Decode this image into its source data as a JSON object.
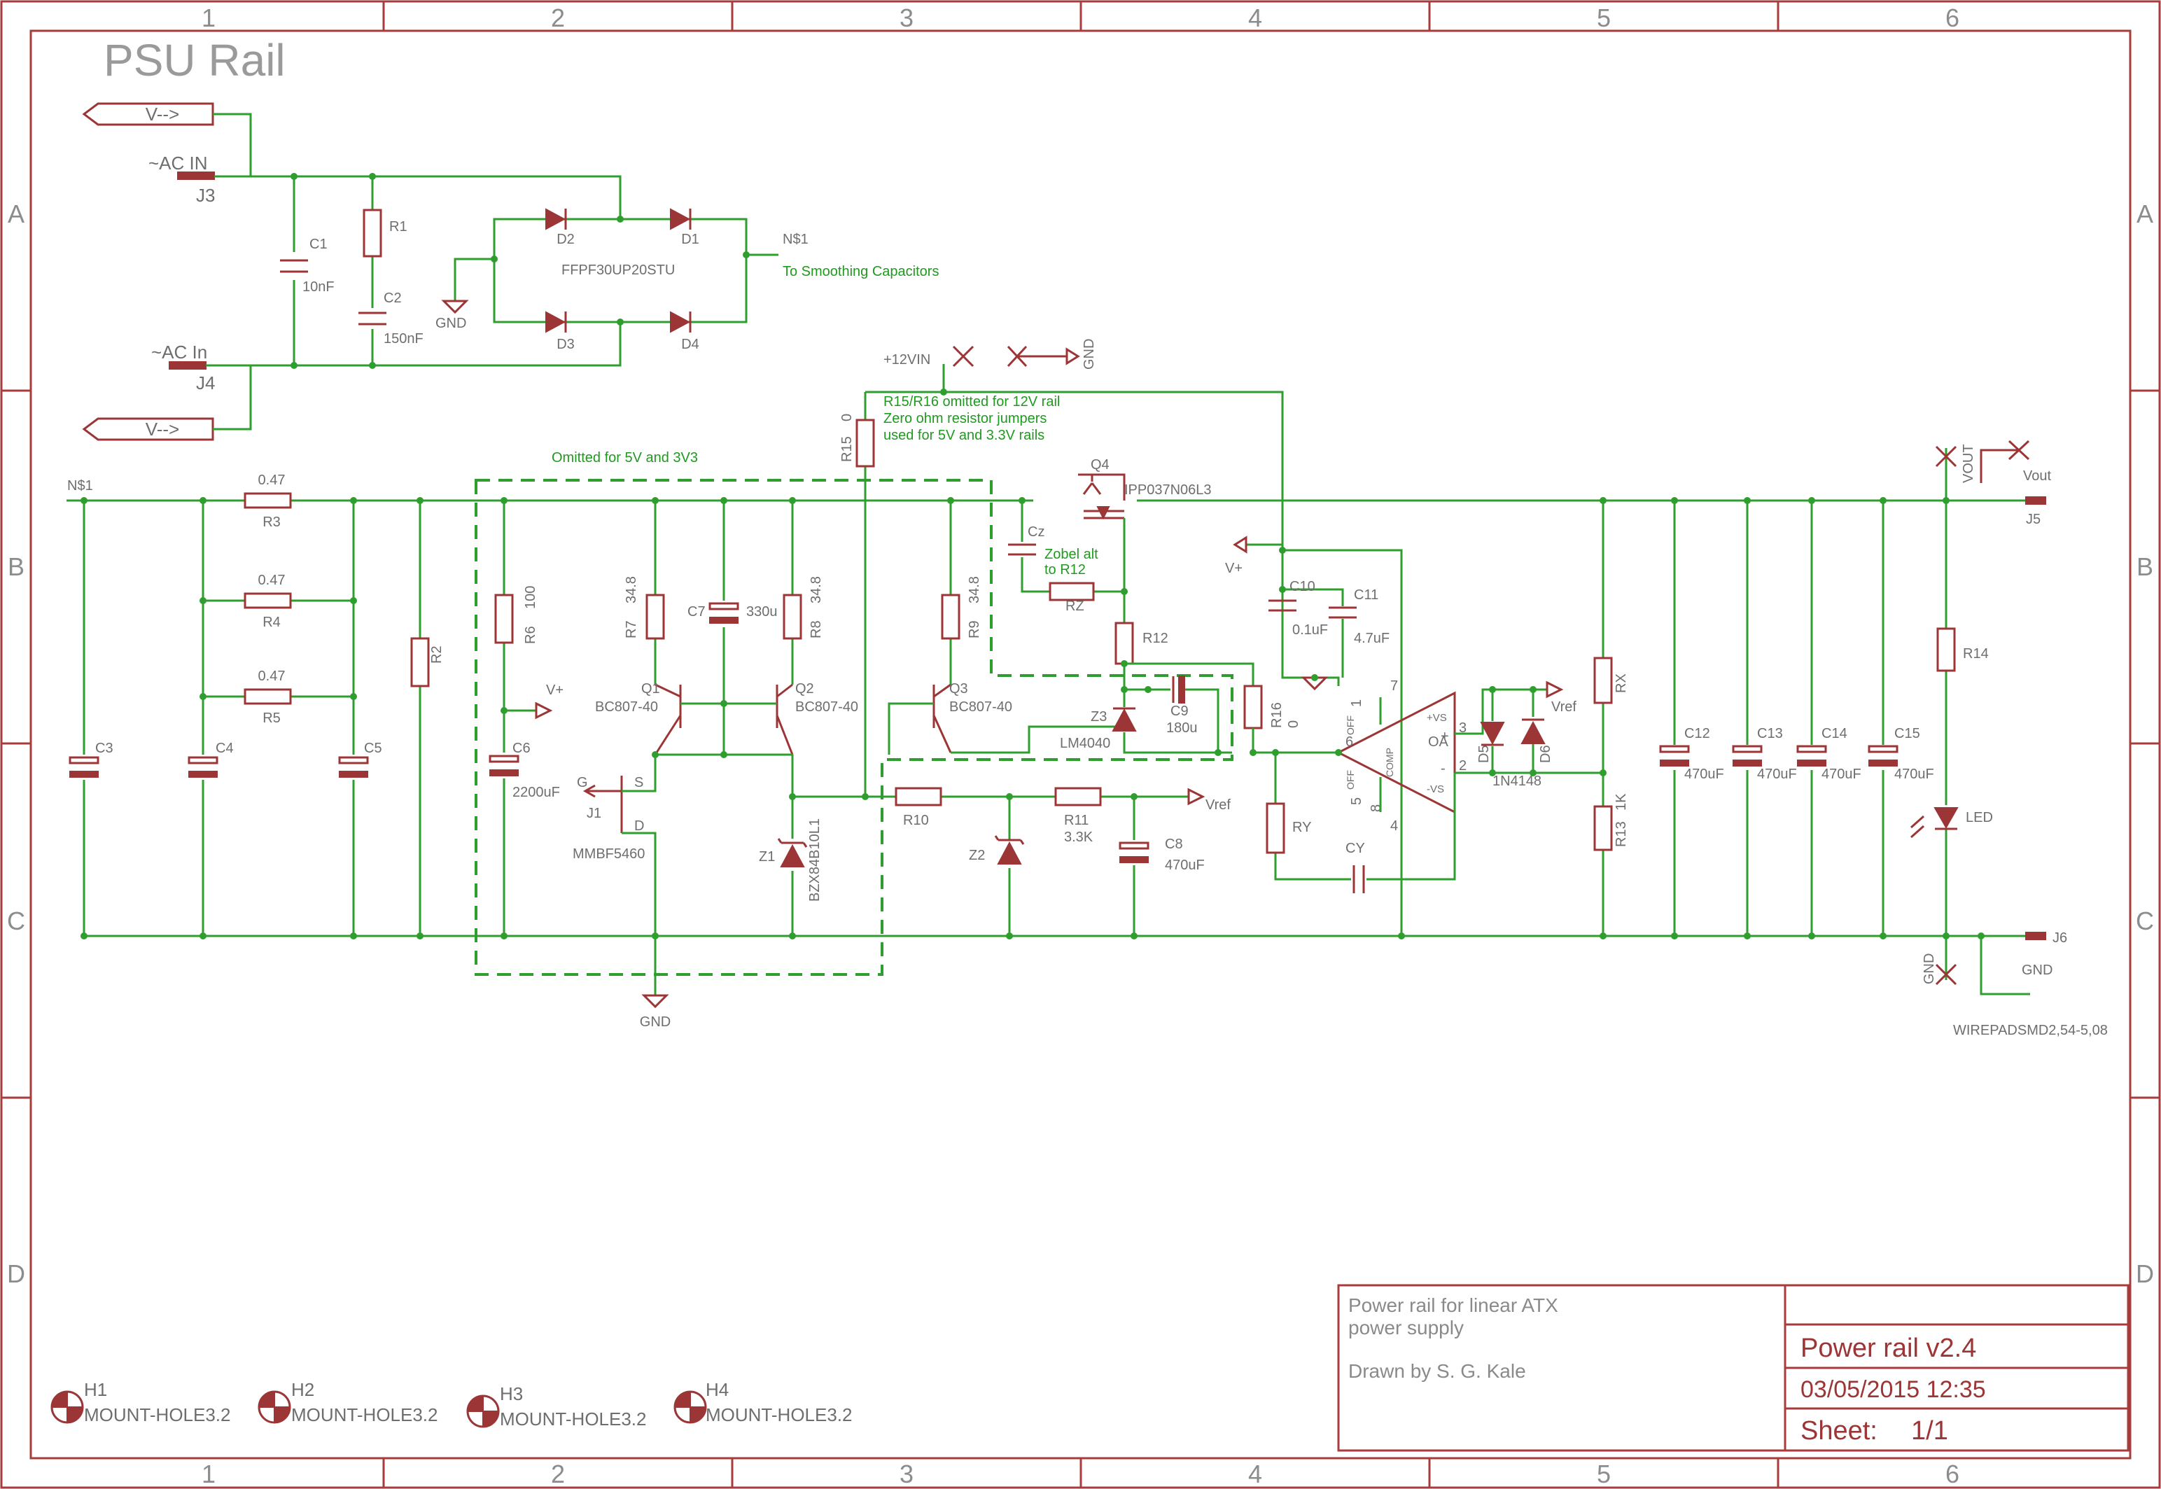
{
  "title": "PSU Rail",
  "frame": {
    "columns": [
      "1",
      "2",
      "3",
      "4",
      "5",
      "6"
    ],
    "rows": [
      "A",
      "B",
      "C",
      "D"
    ]
  },
  "connectors": {
    "J3": {
      "ref": "J3",
      "label": "~AC IN"
    },
    "J4": {
      "ref": "J4",
      "label": "~AC In"
    },
    "J5": {
      "ref": "J5",
      "label": "Vout"
    },
    "J6": {
      "ref": "J6",
      "label": "J6"
    },
    "arrow_top": "V-->",
    "arrow_bottom": "V-->"
  },
  "rectifier": {
    "part": "FFPF30UP20STU",
    "net": "N$1",
    "note": "To Smoothing Capacitors",
    "diodes": [
      "D2",
      "D1",
      "D3",
      "D4"
    ],
    "gnd": "GND"
  },
  "input_filter": {
    "C1": {
      "ref": "C1",
      "value": "10nF"
    },
    "R1": {
      "ref": "R1"
    },
    "C2": {
      "ref": "C2",
      "value": "150nF"
    }
  },
  "supply_labels": {
    "vin12": "+12VIN",
    "gnd_top": "GND",
    "net_left": "N$1",
    "vplus": "V+",
    "vref": "Vref",
    "vout": "VOUT",
    "gnd": "GND"
  },
  "notes": {
    "omitted": "Omitted for 5V and 3V3",
    "r15r16_line1": "R15/R16 omitted for 12V rail",
    "r15r16_line2": "Zero ohm resistor jumpers",
    "r15r16_line3": "used for 5V and 3.3V rails",
    "zobel_line1": "Zobel alt",
    "zobel_line2": "to R12"
  },
  "components": {
    "R3": {
      "ref": "R3",
      "value": "0.47"
    },
    "R4": {
      "ref": "R4",
      "value": "0.47"
    },
    "R5": {
      "ref": "R5",
      "value": "0.47"
    },
    "R2": {
      "ref": "R2"
    },
    "C3": {
      "ref": "C3"
    },
    "C4": {
      "ref": "C4"
    },
    "C5": {
      "ref": "C5"
    },
    "R6": {
      "ref": "R6",
      "value": "100"
    },
    "C6": {
      "ref": "C6",
      "value": "2200uF"
    },
    "R7": {
      "ref": "R7",
      "value": "34.8"
    },
    "C7": {
      "ref": "C7",
      "value": "330u"
    },
    "R8": {
      "ref": "R8",
      "value": "34.8"
    },
    "R9": {
      "ref": "R9",
      "value": "34.8"
    },
    "Q1": {
      "ref": "Q1",
      "value": "BC807-40"
    },
    "Q2": {
      "ref": "Q2",
      "value": "BC807-40"
    },
    "Q3": {
      "ref": "Q3",
      "value": "BC807-40"
    },
    "J1": {
      "ref": "J1",
      "value": "MMBF5460",
      "g": "G",
      "s": "S",
      "d": "D"
    },
    "Z1": {
      "ref": "Z1",
      "value": "BZX84B10L1"
    },
    "R15": {
      "ref": "R15",
      "value": "0"
    },
    "R10": {
      "ref": "R10"
    },
    "Z2": {
      "ref": "Z2"
    },
    "R11": {
      "ref": "R11",
      "value": "3.3K"
    },
    "C8": {
      "ref": "C8",
      "value": "470uF"
    },
    "Q4": {
      "ref": "Q4",
      "value": "IPP037N06L3"
    },
    "Cz": {
      "ref": "Cz"
    },
    "RZ": {
      "ref": "RZ"
    },
    "R12": {
      "ref": "R12"
    },
    "Z3": {
      "ref": "Z3",
      "value": "LM4040"
    },
    "C9": {
      "ref": "C9",
      "value": "180u"
    },
    "R16": {
      "ref": "R16",
      "value": "0"
    },
    "C10": {
      "ref": "C10",
      "value": "0.1uF"
    },
    "C11": {
      "ref": "C11",
      "value": "4.7uF"
    },
    "OA": {
      "ref": "OA"
    },
    "RY": {
      "ref": "RY"
    },
    "CY": {
      "ref": "CY"
    },
    "D5": {
      "ref": "D5"
    },
    "D6": {
      "ref": "D6"
    },
    "D_part": "1N4148",
    "RX": {
      "ref": "RX"
    },
    "R13": {
      "ref": "R13",
      "value": "1K"
    },
    "C12": {
      "ref": "C12",
      "value": "470uF"
    },
    "C13": {
      "ref": "C13",
      "value": "470uF"
    },
    "C14": {
      "ref": "C14",
      "value": "470uF"
    },
    "C15": {
      "ref": "C15",
      "value": "470uF"
    },
    "R14": {
      "ref": "R14"
    },
    "LED": {
      "ref": "LED"
    }
  },
  "opamp_pins": {
    "p1": "1",
    "p2": "2",
    "p3": "3",
    "p4": "4",
    "p5": "5",
    "p6": "6",
    "p7": "7",
    "p8": "8",
    "vs_plus": "+VS",
    "vs_minus": "-VS",
    "off1": "OFF",
    "off5": "OFF",
    "comp": "COMP",
    "plus": "+",
    "minus": "-"
  },
  "package": "WIREPADSMD2,54-5,08",
  "mount_holes": [
    {
      "ref": "H1",
      "value": "MOUNT-HOLE3.2"
    },
    {
      "ref": "H2",
      "value": "MOUNT-HOLE3.2"
    },
    {
      "ref": "H3",
      "value": "MOUNT-HOLE3.2"
    },
    {
      "ref": "H4",
      "value": "MOUNT-HOLE3.2"
    }
  ],
  "title_block": {
    "description_line1": "Power rail for linear ATX",
    "description_line2": "power supply",
    "drawn_by": "Drawn by S. G. Kale",
    "name": "Power rail v2.4",
    "date": "03/05/2015 12:35",
    "sheet_label": "Sheet:",
    "sheet_value": "1/1"
  },
  "colors": {
    "frame": "#a83c3c",
    "wire": "#2e9e2e",
    "part": "#9c3535",
    "text": "#6e6e6e",
    "note": "#1f9a1f"
  }
}
